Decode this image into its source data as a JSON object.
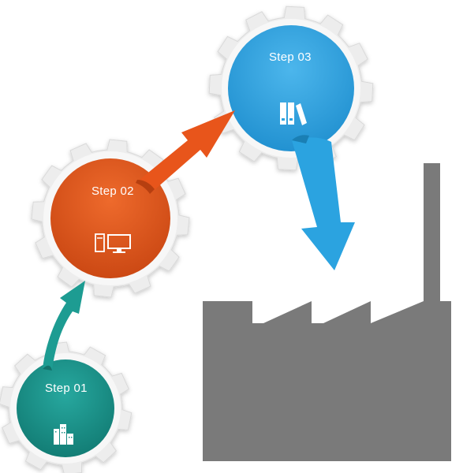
{
  "steps": [
    {
      "label": "Step 01",
      "color": "#178f86",
      "icon": "buildings-icon"
    },
    {
      "label": "Step 02",
      "color": "#e25a1c",
      "icon": "computer-icon"
    },
    {
      "label": "Step 03",
      "color": "#2ba3e0",
      "icon": "binders-icon"
    }
  ],
  "colors": {
    "gear": "#ededed",
    "gear_shade": "#d9d9d9",
    "arrow_teal": "#1d9c92",
    "arrow_orange": "#e8551b",
    "arrow_blue": "#2ba3e0",
    "factory": "#7a7a7a"
  },
  "factory_icon": "factory-icon"
}
